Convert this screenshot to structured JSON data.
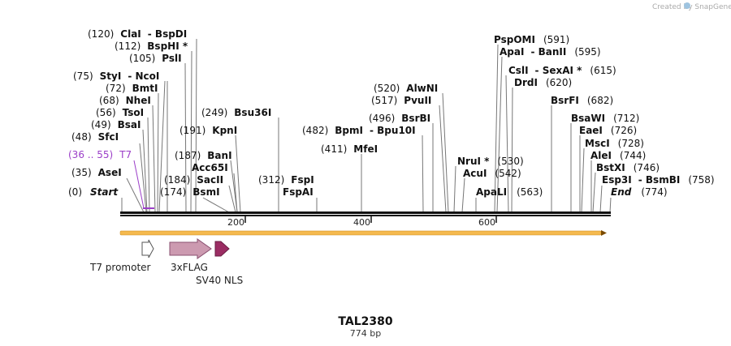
{
  "watermark": "Created by SnapGene",
  "map": {
    "name": "TAL2380",
    "length_label": "774 bp",
    "total_bp": 774,
    "ticks": [
      "200",
      "400",
      "600"
    ],
    "colors": {
      "orf": "#f5b94e",
      "primer": "#9b3ec8"
    }
  },
  "sites": [
    {
      "pos": "(0)",
      "name": "Start",
      "italic": true
    },
    {
      "pos": "(35)",
      "name": "AseI"
    },
    {
      "pos": "(48)",
      "name": "SfcI"
    },
    {
      "pos": "(49)",
      "name": "BsaI"
    },
    {
      "pos": "(56)",
      "name": "TsoI"
    },
    {
      "pos": "(68)",
      "name": "NheI"
    },
    {
      "pos": "(72)",
      "name": "BmtI"
    },
    {
      "pos": "(75)",
      "name": "StyI",
      "name2": "- NcoI"
    },
    {
      "pos": "(105)",
      "name": "PslI"
    },
    {
      "pos": "(112)",
      "name": "BspHI *"
    },
    {
      "pos": "(120)",
      "name": "ClaI",
      "name2": "- BspDI"
    },
    {
      "pos": "(174)",
      "name": "BsmI"
    },
    {
      "pos": "(184)",
      "name": "SacII"
    },
    {
      "pos": "(187)",
      "name": "BanI"
    },
    {
      "name": "Acc65I"
    },
    {
      "pos": "(191)",
      "name": "KpnI"
    },
    {
      "pos": "(249)",
      "name": "Bsu36I"
    },
    {
      "pos": "(312)",
      "name": "FspI"
    },
    {
      "name": "FspAI"
    },
    {
      "pos": "(411)",
      "name": "MfeI"
    },
    {
      "pos": "(482)",
      "name": "BpmI",
      "name2": "- Bpu10I"
    },
    {
      "pos": "(496)",
      "name": "BsrBI"
    },
    {
      "pos": "(517)",
      "name": "PvuII"
    },
    {
      "pos": "(520)",
      "name": "AlwNI"
    },
    {
      "pos": "(530)",
      "name": "NruI *"
    },
    {
      "pos": "(542)",
      "name": "AcuI"
    },
    {
      "pos": "(563)",
      "name": "ApaLI"
    },
    {
      "pos": "(591)",
      "name": "PspOMI"
    },
    {
      "pos": "(595)",
      "name": "ApaI",
      "name2": "- BanII"
    },
    {
      "pos": "(615)",
      "name": "CslI",
      "name2": "- SexAI *"
    },
    {
      "pos": "(620)",
      "name": "DrdI"
    },
    {
      "pos": "(682)",
      "name": "BsrFI"
    },
    {
      "pos": "(712)",
      "name": "BsaWI"
    },
    {
      "pos": "(726)",
      "name": "EaeI"
    },
    {
      "pos": "(728)",
      "name": "MscI"
    },
    {
      "pos": "(744)",
      "name": "AleI"
    },
    {
      "pos": "(746)",
      "name": "BstXI"
    },
    {
      "pos": "(758)",
      "name": "Esp3I",
      "name2": "- BsmBI"
    },
    {
      "pos": "(774)",
      "name": "End",
      "italic": true
    }
  ],
  "primer": {
    "pos": "(36 .. 55)",
    "name": "T7"
  },
  "features": [
    {
      "name": "T7 promoter",
      "color": "#ffffff",
      "stroke": "#555555"
    },
    {
      "name": "3xFLAG",
      "color": "#cc9ab0",
      "stroke": "#8a5070"
    },
    {
      "name": "SV40 NLS",
      "color": "#9b2d63",
      "stroke": "#6a1d43"
    }
  ]
}
